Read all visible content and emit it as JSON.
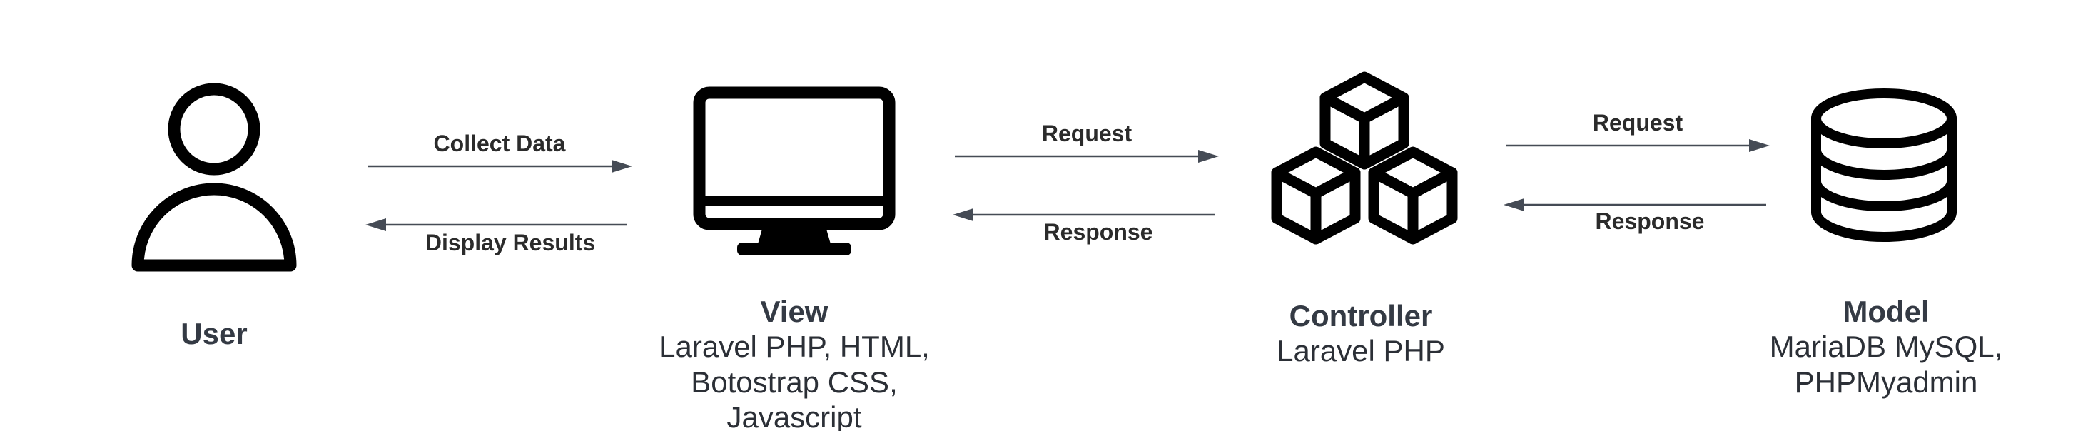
{
  "nodes": {
    "user": {
      "title": "User"
    },
    "view": {
      "title": "View",
      "lines": [
        "Laravel PHP, HTML,",
        "Botostrap CSS,",
        "Javascript"
      ]
    },
    "controller": {
      "title": "Controller",
      "lines": [
        "Laravel PHP"
      ]
    },
    "model": {
      "title": "Model",
      "lines": [
        "MariaDB MySQL,",
        "PHPMyadmin"
      ]
    }
  },
  "arrows": {
    "user_to_view": "Collect Data",
    "view_to_user": "Display Results",
    "view_to_controller": "Request",
    "controller_to_view": "Response",
    "controller_to_model": "Request",
    "model_to_controller": "Response"
  },
  "icons": {
    "user": "user-icon",
    "view": "monitor-icon",
    "controller": "cubes-icon",
    "model": "database-icon"
  },
  "colors": {
    "line": "#454b55",
    "title": "#343a44",
    "icon": "#000000"
  }
}
